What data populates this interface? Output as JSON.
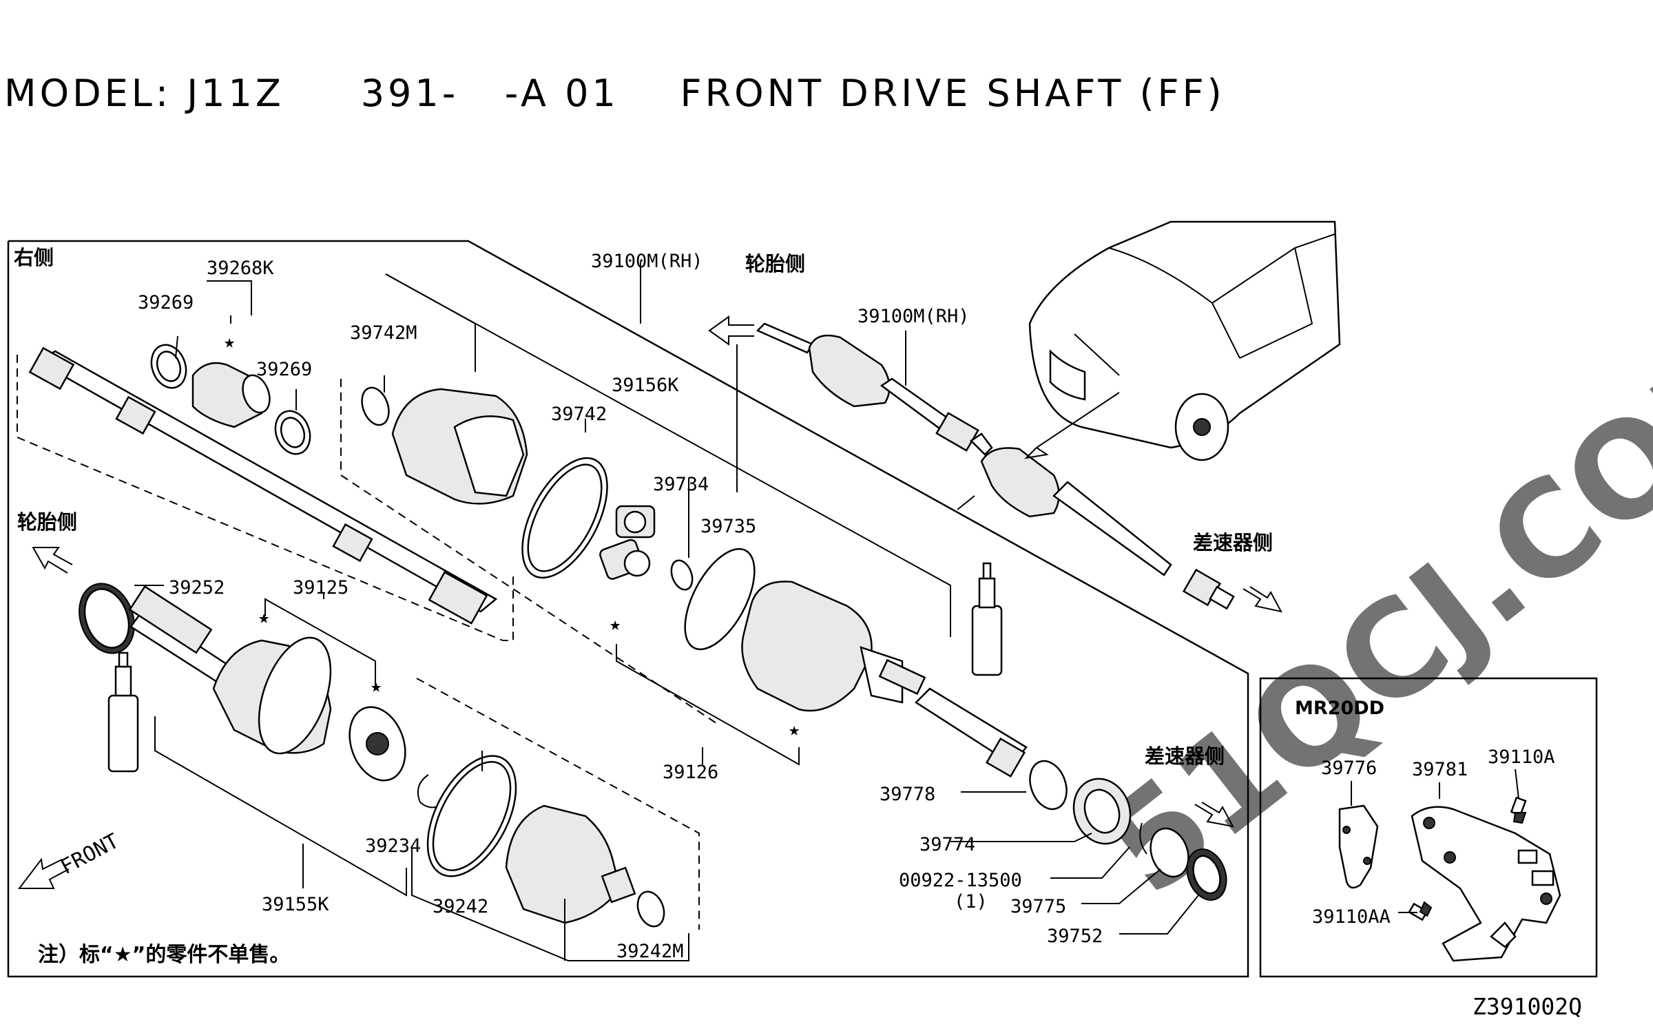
{
  "title": "MODEL: J11Z     391-   -A 01    FRONT DRIVE SHAFT (FF)",
  "diagram_code": "Z391002Q",
  "watermark": "51QCJ.COM",
  "labels": {
    "right_side": "右侧",
    "tire_side_top": "轮胎侧",
    "tire_side_left": "轮胎侧",
    "diff_side_top": "差速器侧",
    "diff_side_mid": "差速器侧",
    "front": "FRONT",
    "note": "注）标“★”的零件不单售。",
    "engine_inset": "MR20DD"
  },
  "parts": {
    "p39268K": "39268K",
    "p39269a": "39269",
    "p39269b": "39269",
    "p39742M": "39742M",
    "p39742": "39742",
    "p39100M_main": "39100M(RH)",
    "p39100M_car": "39100M(RH)",
    "p39156K": "39156K",
    "p39734": "39734",
    "p39735": "39735",
    "p39126": "39126",
    "p39252": "39252",
    "p39125": "39125",
    "p39234": "39234",
    "p39242": "39242",
    "p39242M": "39242M",
    "p39155K": "39155K",
    "p39778": "39778",
    "p39774": "39774",
    "p00922": "00922-13500",
    "p00922_qty": "(1)",
    "p39775": "39775",
    "p39752": "39752",
    "p39776": "39776",
    "p39781": "39781",
    "p39110A": "39110A",
    "p39110AA": "39110AA"
  },
  "star_symbol": "★"
}
